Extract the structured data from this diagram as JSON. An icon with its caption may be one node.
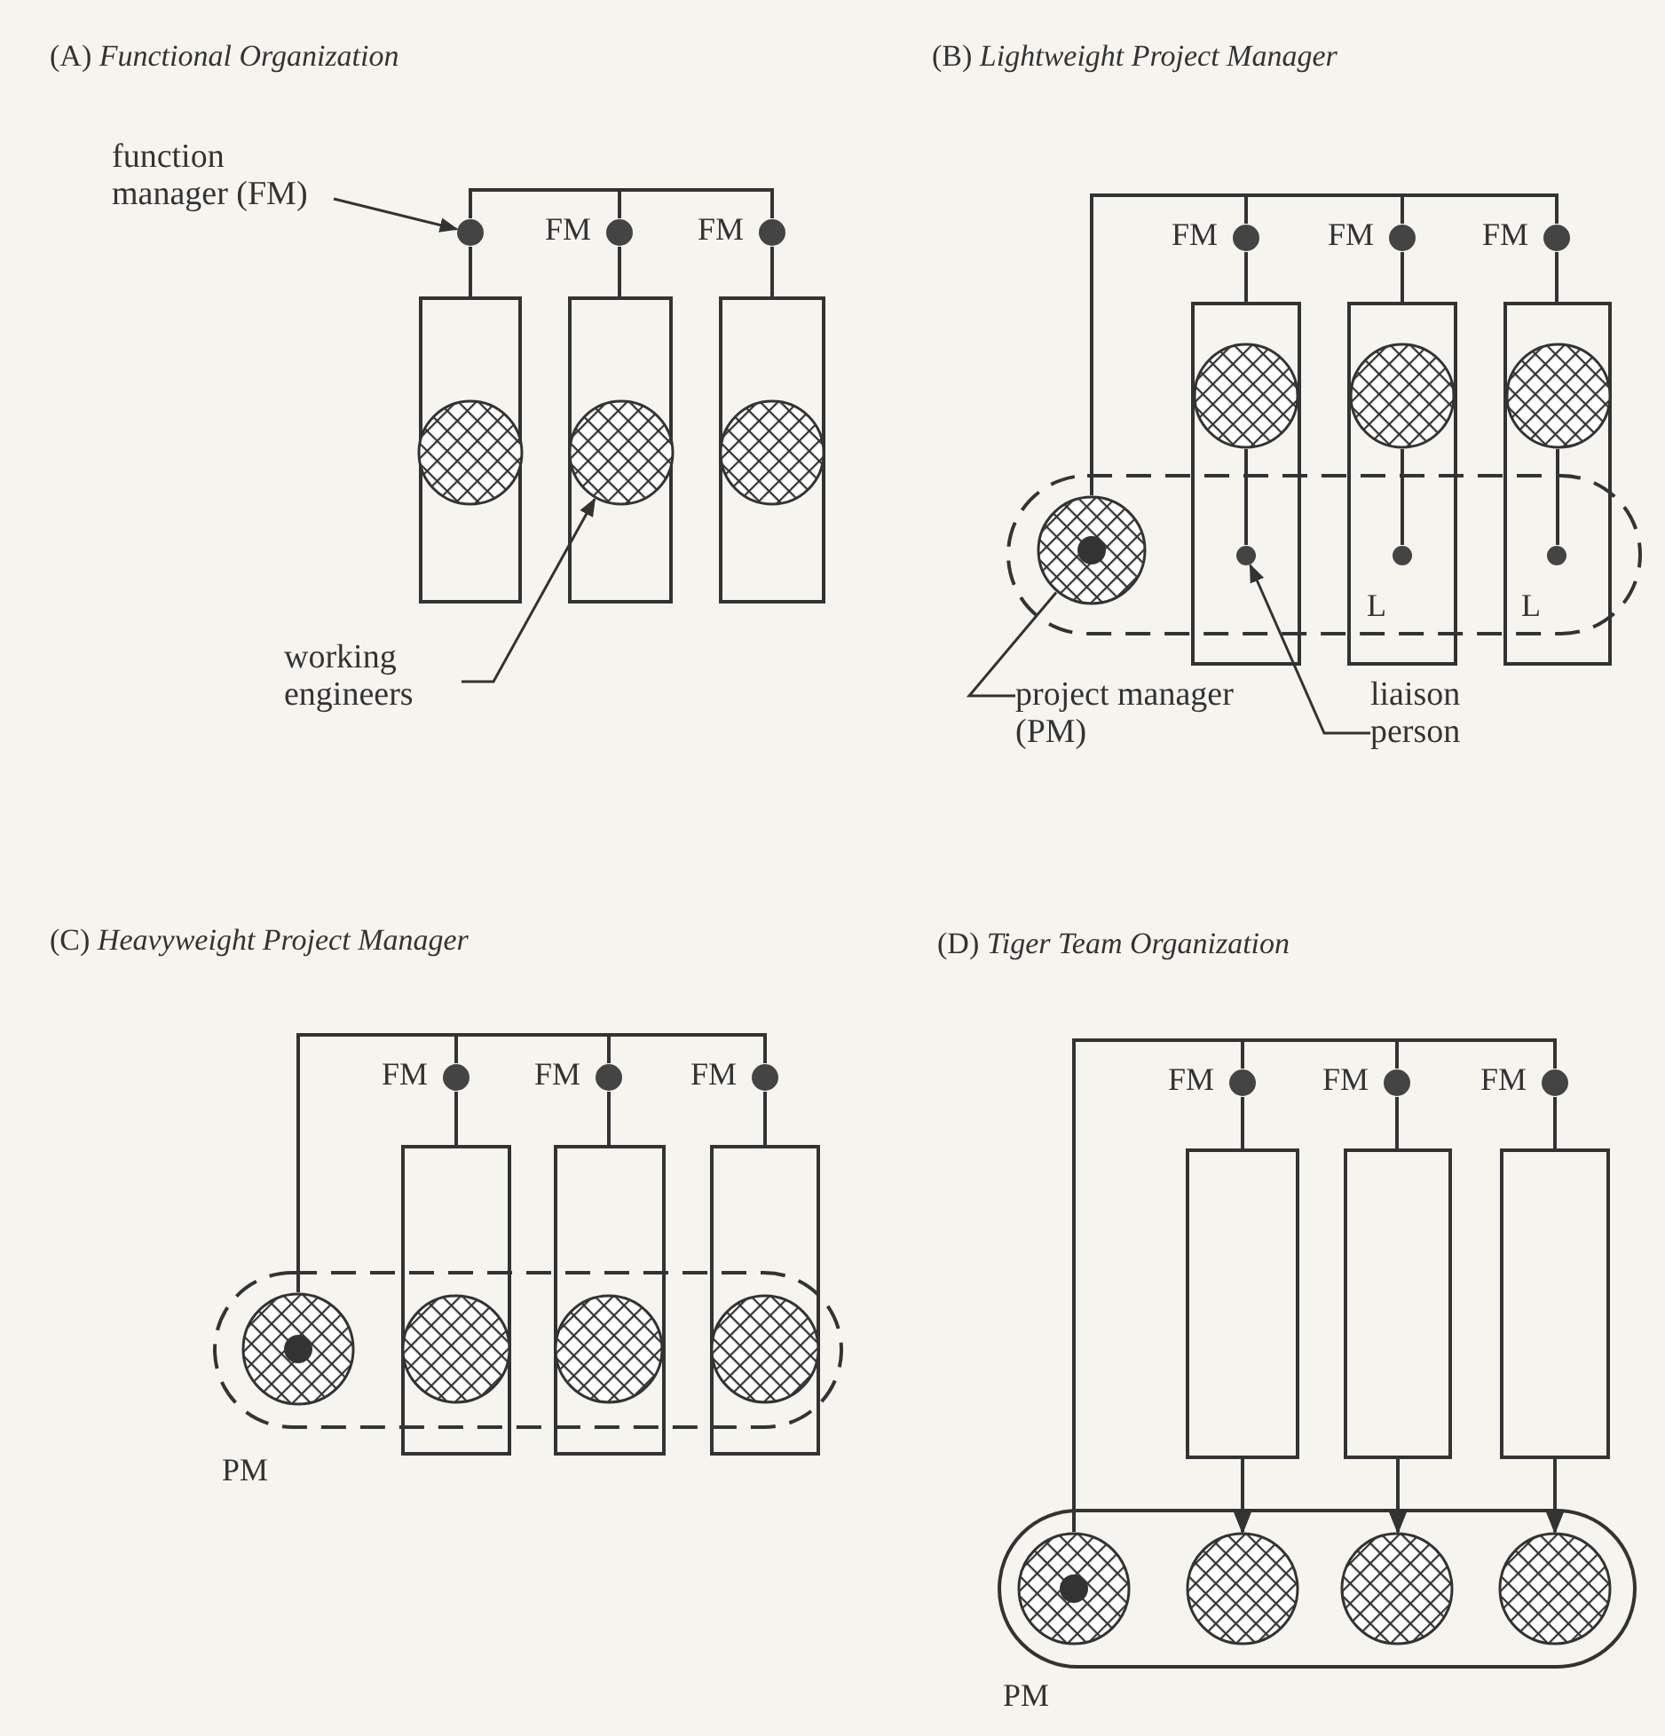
{
  "diagram": {
    "nodes": [
      {
        "text": [
          "function manager (FM)"
        ]
      },
      {
        "text": [],
        "shape": "circle"
      },
      {
        "text": [],
        "shape": "circle",
        "beside": [
          "FM"
        ]
      },
      {
        "text": [],
        "shape": "circle",
        "beside": [
          "FM"
        ]
      },
      {
        "text": [],
        "shape": "box"
      },
      {
        "text": [],
        "shape": "circle",
        "in": 4
      },
      {
        "text": [],
        "shape": "box"
      },
      {
        "text": [],
        "shape": "circle",
        "in": 6
      },
      {
        "text": [],
        "shape": "box"
      },
      {
        "text": [],
        "shape": "circle",
        "in": 8
      },
      {
        "text": [
          "working engineers"
        ]
      },
      {
        "text": [],
        "shape": "circle",
        "beside": [
          "FM"
        ]
      },
      {
        "text": [],
        "shape": "circle",
        "beside": [
          "FM"
        ]
      },
      {
        "text": [],
        "shape": "circle",
        "beside": [
          "FM"
        ]
      },
      {
        "text": [],
        "shape": "box"
      },
      {
        "text": [],
        "shape": "circle",
        "in": 14
      },
      {
        "text": [],
        "shape": "box"
      },
      {
        "text": [],
        "shape": "circle",
        "in": 16
      },
      {
        "text": [],
        "shape": "box"
      },
      {
        "text": [],
        "shape": "circle",
        "in": 18
      },
      {
        "text": [],
        "shape": "band"
      },
      {
        "text": [],
        "shape": "circle",
        "in": 20
      },
      {
        "text": [],
        "shape": "circle"
      },
      {
        "text": [],
        "shape": "circle",
        "beside": [
          "L"
        ]
      },
      {
        "text": [],
        "shape": "circle",
        "beside": [
          "L"
        ]
      },
      {
        "text": [
          "project manager (PM)"
        ]
      },
      {
        "text": [
          "liaison person"
        ]
      },
      {
        "text": [],
        "shape": "circle",
        "beside": [
          "FM"
        ]
      },
      {
        "text": [],
        "shape": "circle",
        "beside": [
          "FM"
        ]
      },
      {
        "text": [],
        "shape": "circle",
        "beside": [
          "FM"
        ]
      },
      {
        "text": [],
        "shape": "box"
      },
      {
        "text": [],
        "shape": "box"
      },
      {
        "text": [],
        "shape": "box"
      },
      {
        "text": [],
        "shape": "band"
      },
      {
        "text": [],
        "shape": "circle",
        "in": 33,
        "beside": [
          "PM"
        ]
      },
      {
        "text": [],
        "shape": "circle"
      },
      {
        "text": [],
        "shape": "circle"
      },
      {
        "text": [],
        "shape": "circle"
      },
      {
        "text": [],
        "shape": "circle",
        "beside": [
          "FM"
        ]
      },
      {
        "text": [],
        "shape": "circle",
        "beside": [
          "FM"
        ]
      },
      {
        "text": [],
        "shape": "circle",
        "beside": [
          "FM"
        ]
      },
      {
        "text": [],
        "shape": "box"
      },
      {
        "text": [],
        "shape": "box"
      },
      {
        "text": [],
        "shape": "box"
      },
      {
        "text": [],
        "shape": "band"
      },
      {
        "text": [],
        "shape": "circle",
        "in": 44,
        "beside": [
          "PM"
        ]
      },
      {
        "text": [],
        "shape": "circle",
        "in": 44
      },
      {
        "text": [],
        "shape": "circle",
        "in": 44
      },
      {
        "text": [],
        "shape": "circle",
        "in": 44
      }
    ],
    "edges": [
      {
        "from": 0,
        "to": 1,
        "arrow": "to"
      },
      {
        "from": 1,
        "to": 2,
        "arrow": "none"
      },
      {
        "from": 2,
        "to": 3,
        "arrow": "none"
      },
      {
        "from": 1,
        "to": 4,
        "arrow": "none"
      },
      {
        "from": 2,
        "to": 6,
        "arrow": "none"
      },
      {
        "from": 3,
        "to": 8,
        "arrow": "none"
      },
      {
        "from": 10,
        "to": 7,
        "arrow": "to"
      },
      {
        "from": 21,
        "to": 11,
        "arrow": "none"
      },
      {
        "from": 21,
        "to": 12,
        "arrow": "none"
      },
      {
        "from": 21,
        "to": 13,
        "arrow": "none"
      },
      {
        "from": 11,
        "to": 14,
        "arrow": "none"
      },
      {
        "from": 12,
        "to": 16,
        "arrow": "none"
      },
      {
        "from": 13,
        "to": 18,
        "arrow": "none"
      },
      {
        "from": 15,
        "to": 22,
        "arrow": "none"
      },
      {
        "from": 17,
        "to": 23,
        "arrow": "none"
      },
      {
        "from": 19,
        "to": 24,
        "arrow": "none"
      },
      {
        "from": 25,
        "to": 21,
        "arrow": "none"
      },
      {
        "from": 26,
        "to": 22,
        "arrow": "to"
      },
      {
        "from": 34,
        "to": 27,
        "arrow": "none"
      },
      {
        "from": 34,
        "to": 28,
        "arrow": "none"
      },
      {
        "from": 34,
        "to": 29,
        "arrow": "none"
      },
      {
        "from": 27,
        "to": 30,
        "arrow": "none"
      },
      {
        "from": 28,
        "to": 31,
        "arrow": "none"
      },
      {
        "from": 29,
        "to": 32,
        "arrow": "none"
      },
      {
        "from": 45,
        "to": 38,
        "arrow": "none"
      },
      {
        "from": 45,
        "to": 39,
        "arrow": "none"
      },
      {
        "from": 45,
        "to": 40,
        "arrow": "none"
      },
      {
        "from": 38,
        "to": 41,
        "arrow": "none"
      },
      {
        "from": 39,
        "to": 42,
        "arrow": "none"
      },
      {
        "from": 40,
        "to": 43,
        "arrow": "none"
      },
      {
        "from": 41,
        "to": 46,
        "arrow": "to"
      },
      {
        "from": 42,
        "to": 47,
        "arrow": "to"
      },
      {
        "from": 43,
        "to": 48,
        "arrow": "to"
      }
    ],
    "labels": [
      "(A) *Functional Organization*",
      "(B) *Lightweight Project Manager*",
      "(C) *Heavyweight Project Manager*",
      "(D) *Tiger Team Organization*"
    ]
  }
}
